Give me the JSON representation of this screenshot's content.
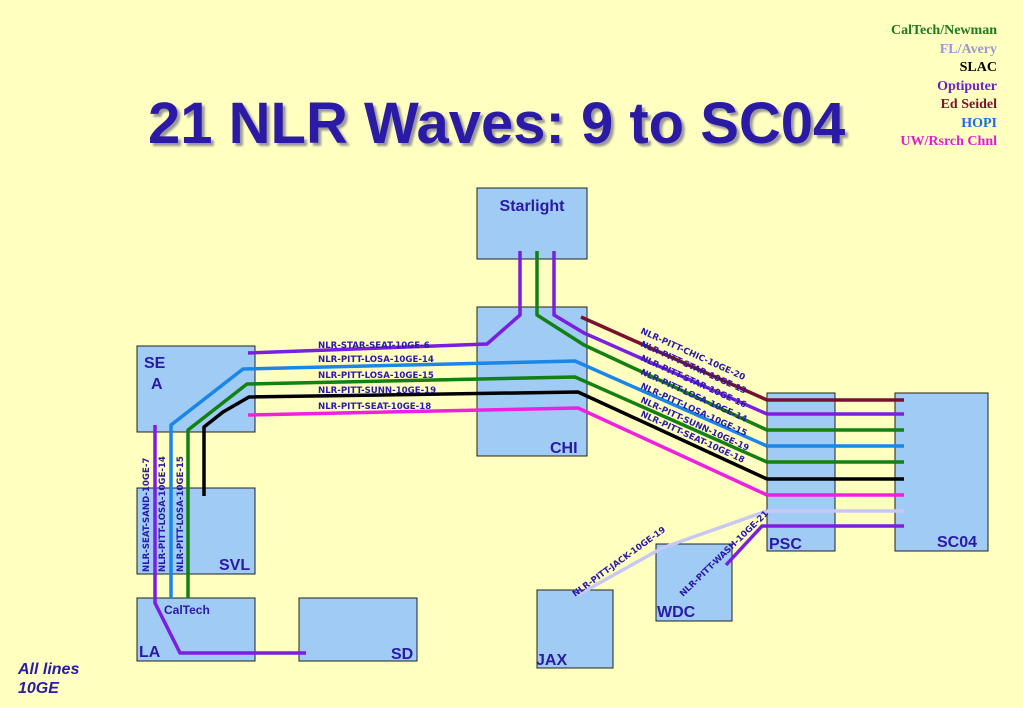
{
  "title": "21 NLR Waves: 9 to SC04",
  "legend": [
    {
      "label": "CalTech/Newman",
      "color": "#1E7A1E"
    },
    {
      "label": "FL/Avery",
      "color": "#9A96D6"
    },
    {
      "label": "SLAC",
      "color": "#000000"
    },
    {
      "label": "Optiputer",
      "color": "#6B1FC4"
    },
    {
      "label": "Ed Seidel",
      "color": "#7A1030"
    },
    {
      "label": "HOPI",
      "color": "#1A6FE0"
    },
    {
      "label": "UW/Rsrch Chnl",
      "color": "#E020D0"
    }
  ],
  "footnote": [
    "All lines",
    "10GE"
  ],
  "nodes": {
    "starlight": "Starlight",
    "chi": "CHI",
    "sea": [
      "SE",
      "A"
    ],
    "svl": "SVL",
    "la": "LA",
    "caltech": "CalTech",
    "sd": "SD",
    "psc": "PSC",
    "sc04": "SC04",
    "wdc": "WDC",
    "jax": "JAX"
  },
  "links": {
    "sea_chi": [
      "NLR-STAR-SEAT-10GE-6",
      "NLR-PITT-LOSA-10GE-14",
      "NLR-PITT-LOSA-10GE-15",
      "NLR-PITT-SUNN-10GE-19",
      "NLR-PITT-SEAT-10GE-18"
    ],
    "chi_psc": [
      "NLR-PITT-CHIC-10GE-20",
      "NLR-PITT-STAR-10GE-13",
      "NLR-PITT-STAR-10GE-16",
      "NLR-PITT-LOSA-10GE-14",
      "NLR-PITT-LOSA-10GE-15",
      "NLR-PITT-SUNN-10GE-19",
      "NLR-PITT-SEAT-10GE-18"
    ],
    "vertical": [
      "NLR-SEAT-SAND-10GE-7",
      "NLR-PITT-LOSA-10GE-14",
      "NLR-PITT-LOSA-10GE-15"
    ],
    "jax_wdc": "NLR-PITT-JACK-10GE-19",
    "wdc_psc": "NLR-PITT-WASH-10GE-21"
  },
  "wave_colors": {
    "purple": "#7A1FE0",
    "green": "#128012",
    "blue": "#1A86E8",
    "black": "#000000",
    "magenta": "#F020E0",
    "maroon": "#7A1030",
    "lavender": "#C8C8F4"
  }
}
